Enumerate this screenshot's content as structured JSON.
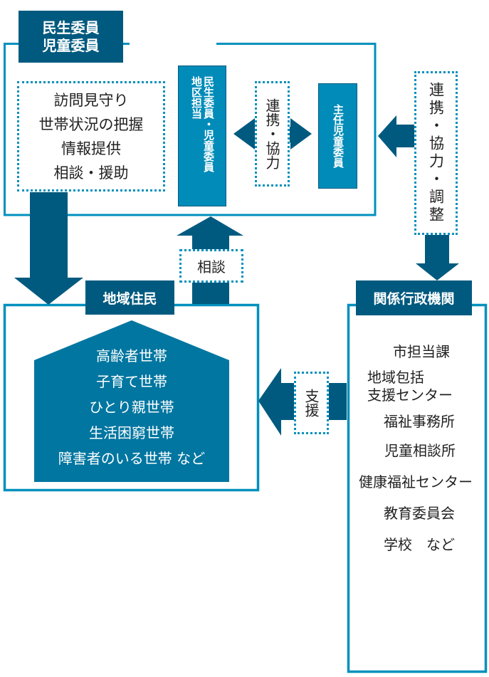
{
  "colors": {
    "dark_navy": "#005a7f",
    "frame_blue": "#0090bd",
    "box_blue": "#008bb8",
    "house_blue": "#0076a0",
    "text_dark": "#222222",
    "text_light": "#ffffff"
  },
  "top_group": {
    "title_line1": "民生委員",
    "title_line2": "児童委員",
    "activities": [
      "訪問見守り",
      "世帯状況の把握",
      "情報提供",
      "相談・援助"
    ],
    "district_box_col1": "地区担当",
    "district_box_col2": "民生委員・児童委員",
    "cooperation_label": "連携・協力",
    "chief_box": "主任児童委員"
  },
  "right_link": {
    "label": "連携・協力・調整"
  },
  "residents": {
    "title": "地域住民",
    "households": [
      "高齢者世帯",
      "子育て世帯",
      "ひとり親世帯",
      "生活困窮世帯",
      "障害者のいる世帯 など"
    ]
  },
  "consult_label": "相談",
  "support_label": "支援",
  "agencies": {
    "title": "関係行政機関",
    "items": [
      "市担当課",
      "地域包括",
      "支援センター",
      "福祉事務所",
      "児童相談所",
      "健康福祉センター",
      "教育委員会",
      "学校　など"
    ]
  }
}
